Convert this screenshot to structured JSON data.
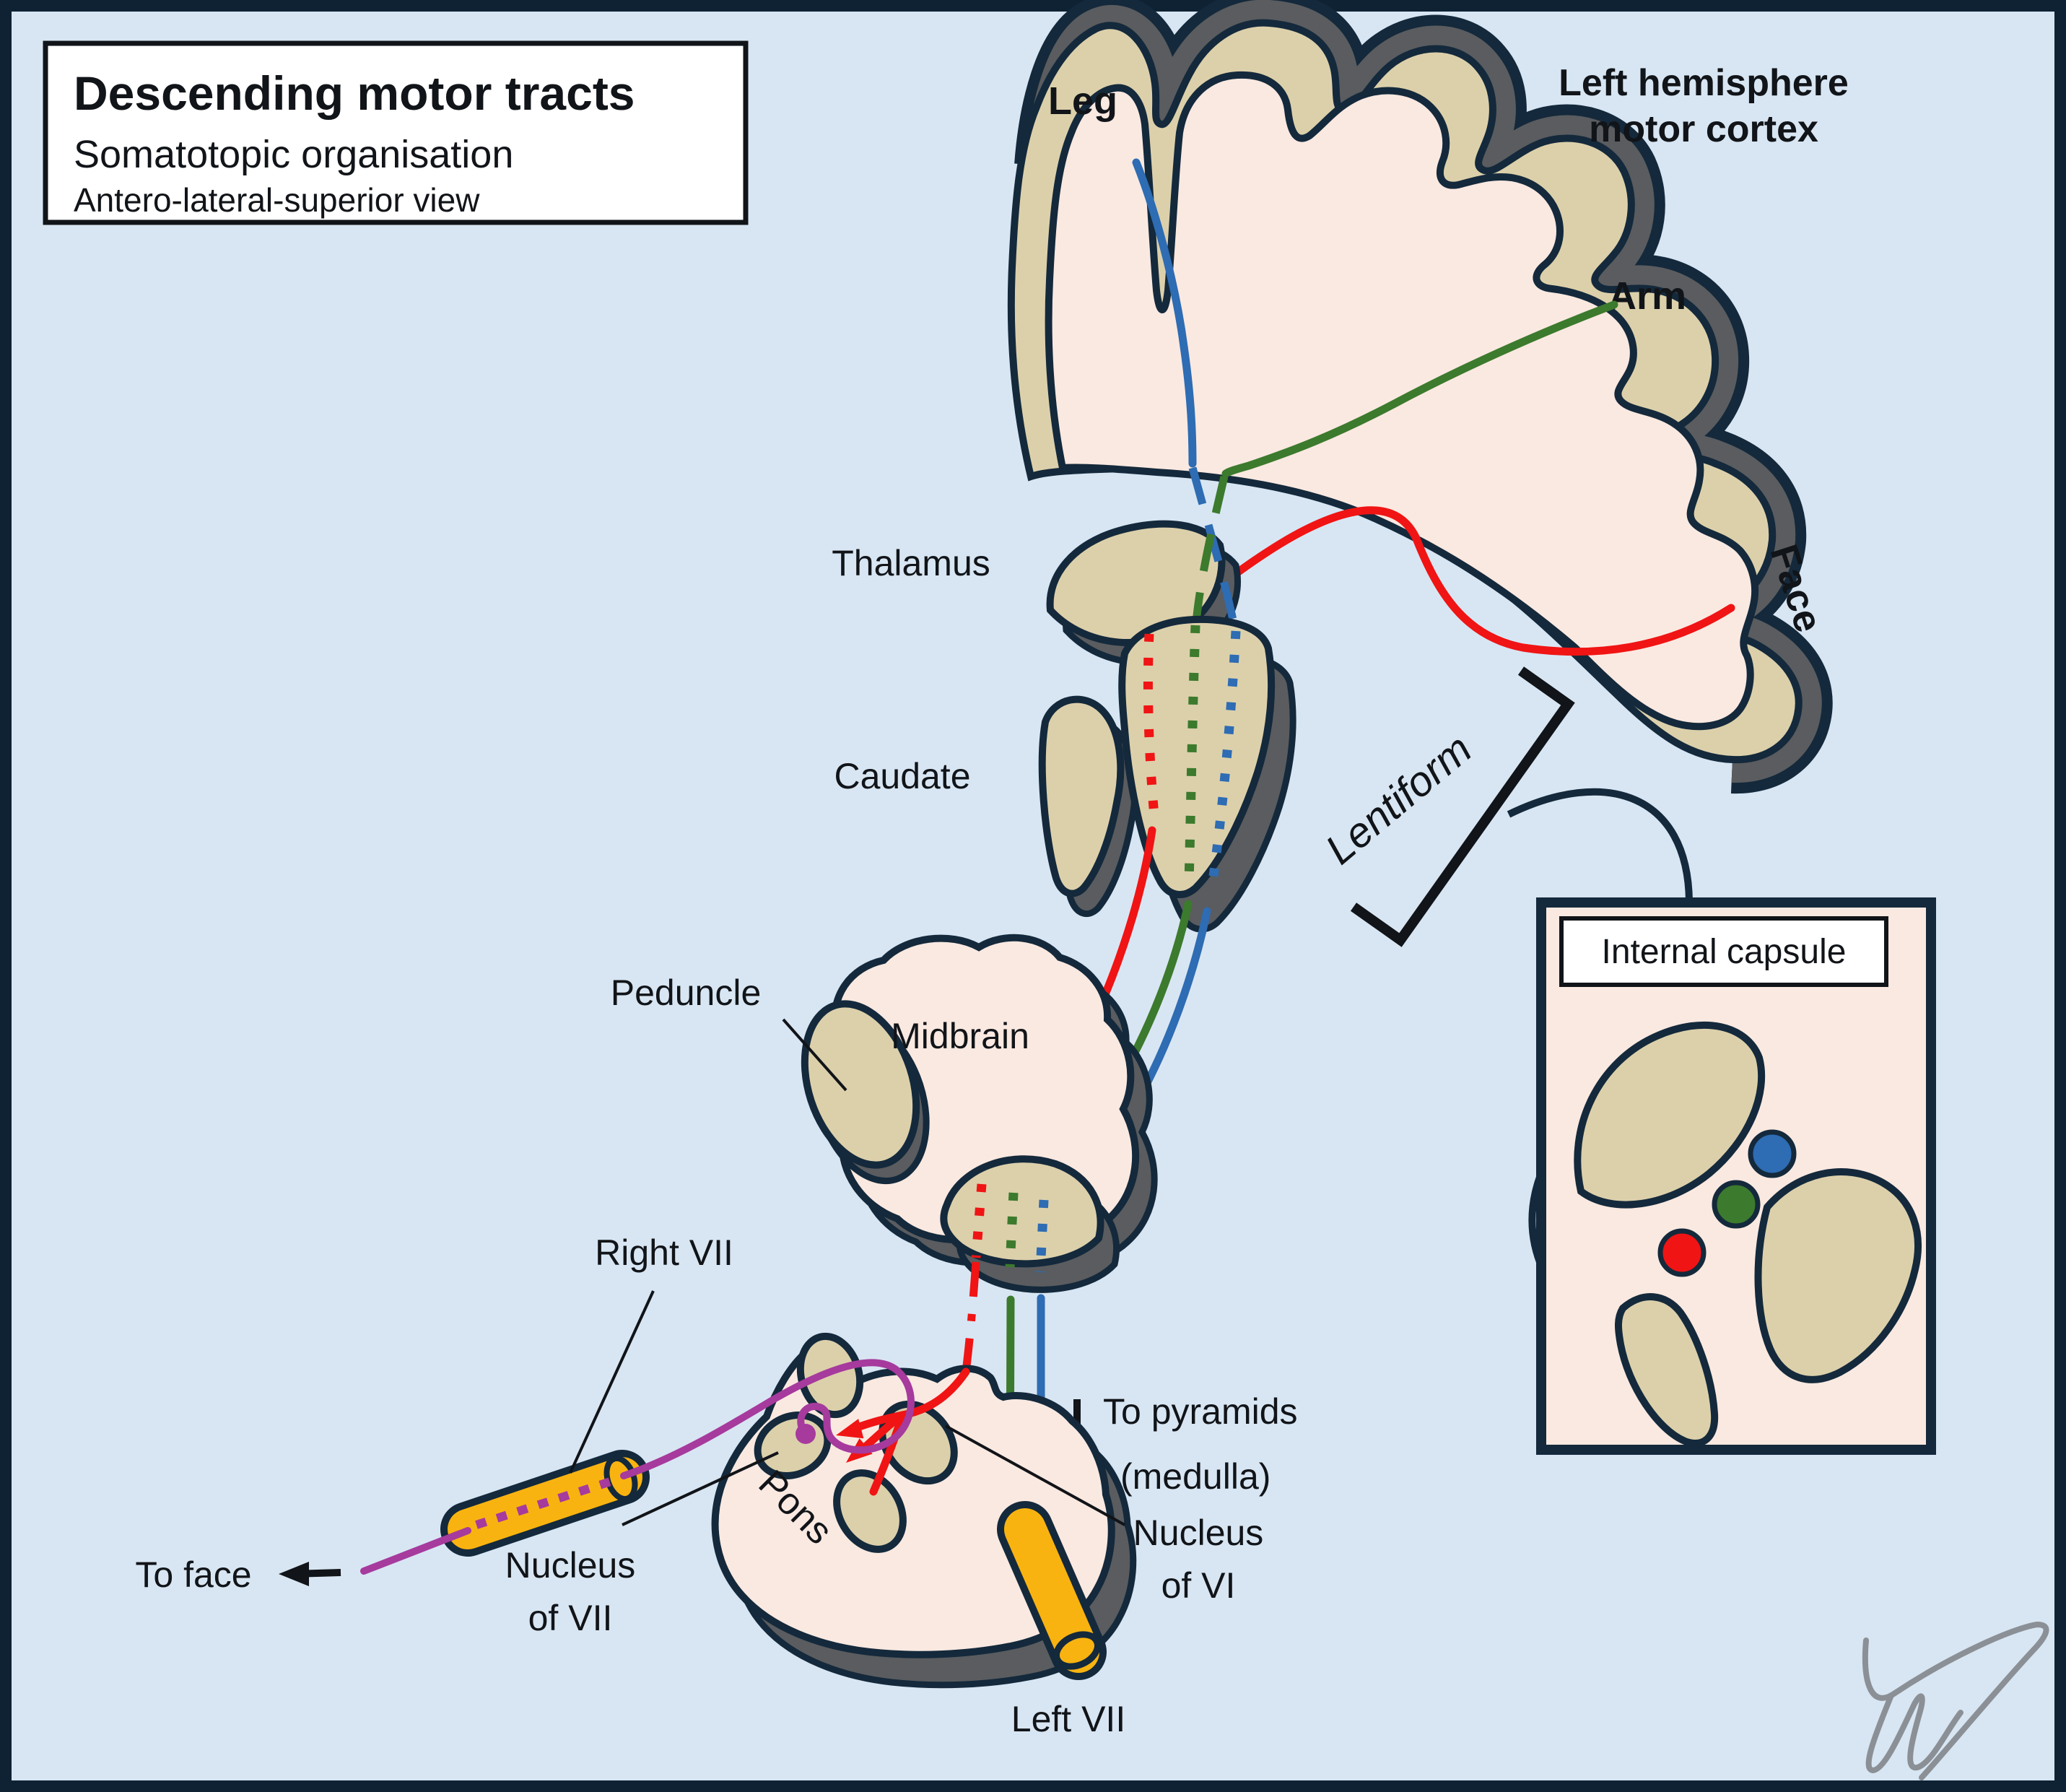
{
  "diagram": {
    "title": "Descending motor tracts",
    "subtitle": "Somatotopic organisation",
    "view": "Antero-lateral-superior view",
    "region_heading_line1": "Left hemisphere",
    "region_heading_line2": "motor cortex"
  },
  "somatotopy": {
    "leg": "Leg",
    "arm": "Arm",
    "face": "Face"
  },
  "structures": {
    "thalamus": "Thalamus",
    "caudate": "Caudate",
    "lentiform": "Lentiform",
    "peduncle": "Peduncle",
    "midbrain": "Midbrain",
    "pons": "Pons"
  },
  "inset": {
    "title": "Internal capsule"
  },
  "annotations": {
    "to_pyramids_line1": "To pyramids",
    "to_pyramids_line2": "(medulla)",
    "to_face": "To face",
    "right_vii": "Right VII",
    "left_vii": "Left VII",
    "nucleus_vii_line1": "Nucleus",
    "nucleus_vii_line2": "of VII",
    "nucleus_vi_line1": "Nucleus",
    "nucleus_vi_line2": "of VI"
  },
  "colors": {
    "background": "#d8e6f3",
    "outline": "#14293b",
    "cortex_grey_band": "#5a5c5f",
    "cortex_surface": "#dcd0ab",
    "white_matter": "#fae9e1",
    "leg_tract": "#2e6cb3",
    "arm_tract": "#3c7a2d",
    "face_tract": "#f01414",
    "facial_nerve": "#a63a9d",
    "nerve_trunk": "#f9b310",
    "signature": "#8b9096"
  }
}
